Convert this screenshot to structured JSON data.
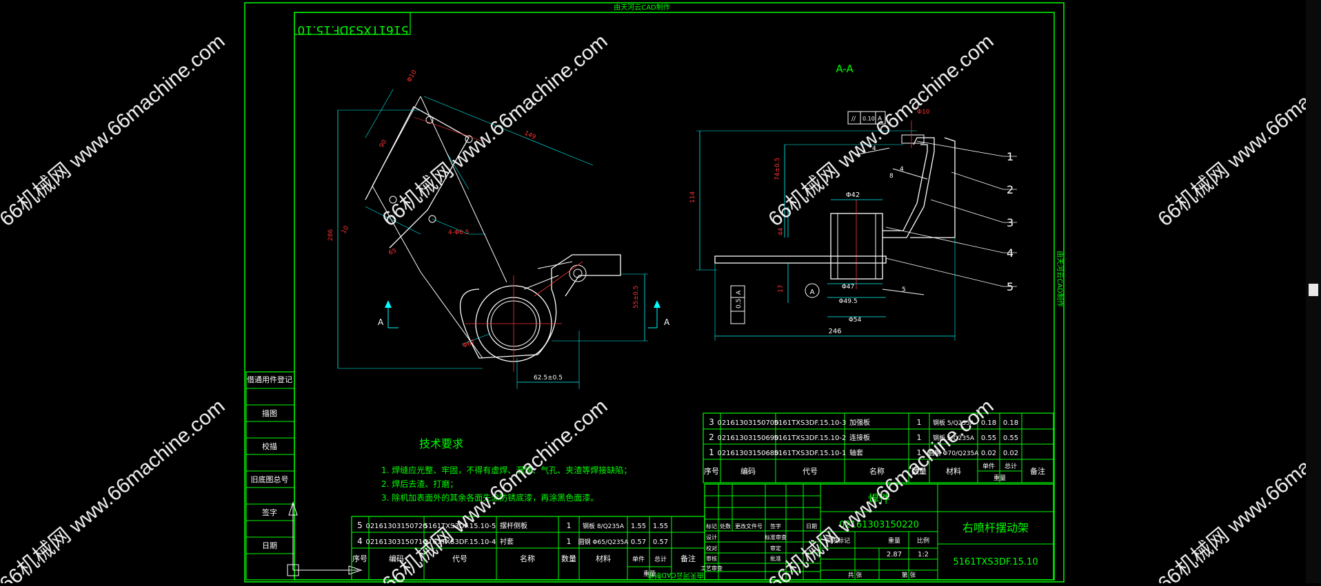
{
  "sheet": {
    "top_banner": "由天河云CAD制作",
    "bottom_banner": "由天河云CAD制作",
    "side_banner": "由天河云CAD制作",
    "drawing_code_mirrored": "5161TXS3DF.15.10"
  },
  "watermark": {
    "text": "66机械网 www.66machine.com",
    "mid_text": "66machine.com",
    "mid_text_alt": "66机械网 www.66machine.com"
  },
  "views": {
    "section_title": "A-A",
    "section_marker_left": "A",
    "section_marker_right": "A",
    "detail_marker": "A",
    "main_dims": [
      "Φ10",
      "90",
      "149",
      "286",
      "10",
      "65",
      "4-Φ6.5",
      "Φ67",
      "62.5±0.5",
      "55±0.5"
    ],
    "section_dims": [
      "Φ10",
      "114",
      "74±0.5",
      "Φ42",
      "44",
      "17",
      "Φ47",
      "Φ49.5",
      "Φ54",
      "246",
      "0.10",
      "A",
      "0.5",
      "A"
    ],
    "weld_marks": [
      "4",
      "8",
      "4",
      "5"
    ],
    "balloons": [
      "1",
      "2",
      "3",
      "4",
      "5"
    ]
  },
  "tech_requirements": {
    "title": "技术要求",
    "items": [
      "1. 焊缝应光整、牢固，不得有虚焊、漏焊、气孔、夹渣等焊接缺陷；",
      "2. 焊后去渣、打磨；",
      "3. 除机加表面外的其余各面先涂防锈底漆，再涂黑色面漆。"
    ]
  },
  "left_stamp_labels": [
    "借通用件登记",
    "描图",
    "校描",
    "旧底图总号",
    "签字",
    "日期"
  ],
  "bom_top": {
    "rows": [
      {
        "no": "3",
        "code": "02161303150700",
        "drawing": "5161TXS3DF.15.10-3",
        "name": "加强板",
        "qty": "1",
        "material": "钢板 5/Q235A",
        "unit": "0.18",
        "total": "0.18"
      },
      {
        "no": "2",
        "code": "02161303150690",
        "drawing": "5161TXS3DF.15.10-2",
        "name": "连接板",
        "qty": "1",
        "material": "钢板 5/Q235A",
        "unit": "0.55",
        "total": "0.55"
      },
      {
        "no": "1",
        "code": "02161303150680",
        "drawing": "5161TXS3DF.15.10-1",
        "name": "轴套",
        "qty": "1",
        "material": "圆钢 Φ70/Q235A",
        "unit": "0.02",
        "total": "0.02"
      }
    ],
    "headers": [
      "序号",
      "编码",
      "代号",
      "名称",
      "数量",
      "材料",
      "单件",
      "总计",
      "备注"
    ],
    "weight_label": "重量"
  },
  "bom_bottom": {
    "rows": [
      {
        "no": "5",
        "code": "02161303150720",
        "drawing": "5161TXS3DF.15.10-5",
        "name": "摆杆侧板",
        "qty": "1",
        "material": "钢板 8/Q235A",
        "unit": "1.55",
        "total": "1.55"
      },
      {
        "no": "4",
        "code": "02161303150710",
        "drawing": "5161TXS3DF.15.10-4",
        "name": "衬套",
        "qty": "1",
        "material": "圆钢 Φ65/Q235A",
        "unit": "0.57",
        "total": "0.57"
      }
    ],
    "headers": [
      "序号",
      "编码",
      "代号",
      "名称",
      "数量",
      "材料",
      "单件",
      "总计",
      "备注"
    ],
    "weight_label": "重量"
  },
  "title_block": {
    "part_type": "焊件",
    "code": "02161303150220",
    "part_name": "右喷杆摆动架",
    "drawing_no": "5161TXS3DF.15.10",
    "weight": "2.87",
    "scale": "1:2",
    "labels": {
      "mark": "标记",
      "count": "处数",
      "change_doc": "更改文件号",
      "sign": "签字",
      "date": "日期",
      "design": "设计",
      "check": "校对",
      "review": "审核",
      "process": "工艺审查",
      "standard": "标准审查",
      "audit": "审定",
      "approve": "批准",
      "stage": "阶段标记",
      "weight": "重量",
      "scale": "比例",
      "sheet_total": "共",
      "sheet": "第",
      "pages_total": "共  张",
      "page": "第  张"
    }
  },
  "colors": {
    "background": "#000000",
    "frame": "#00ff00",
    "geometry": "#ffffff",
    "dimension": "#00ffff",
    "centerline": "#ff3333",
    "watermark": "#ffffff"
  }
}
